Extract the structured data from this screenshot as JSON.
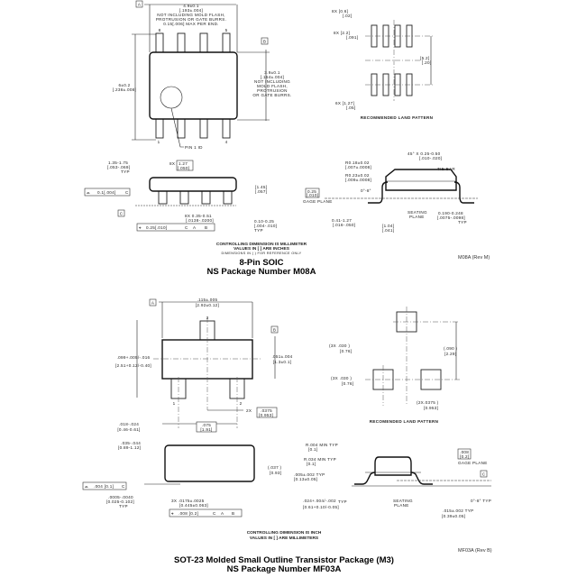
{
  "soic": {
    "datum_a": "A",
    "datum_b": "B",
    "datum_c": "C",
    "width_dim": [
      "4.9±0.1",
      "[.193±.004]",
      "NOT INCLUDING MOLD FLASH,",
      "PROTRUSION OR GATE BURRS.",
      "0.15[.006] MAX PER END."
    ],
    "pins": [
      "8",
      "5",
      "1",
      "4"
    ],
    "pin1_id": "PIN 1 ID",
    "height_dim": [
      "6±0.2",
      "[.236±.008]"
    ],
    "body_dim": [
      "3.9±0.1",
      "[.154±.004]",
      "NOT INCLUDING",
      "MOLD FLASH,",
      "PROTRUSION",
      "OR GATE BURRS."
    ],
    "land": {
      "pad_w": [
        "8X [0.6]",
        "[.02]"
      ],
      "pad_l": [
        "8X [2.2]",
        "[.091]"
      ],
      "span": [
        "[5.2]",
        "[.20]"
      ],
      "pitch": [
        "6X [1.27]",
        "[.05]"
      ],
      "caption": "RECOMMENDED LAND PATTERN"
    },
    "side": {
      "height": [
        "1.35-1.75",
        "[.053-.069]",
        "TYP"
      ],
      "pitch_prefix": "8X",
      "pitch": [
        "1.27",
        "[.050]"
      ],
      "body_h": [
        "[1.45]",
        "[.057]"
      ],
      "coplanarity": [
        "0.1[.004]",
        "C"
      ],
      "lead_w": [
        "8X 0.35-0.51",
        "[.0138-.0200]"
      ],
      "standoff": [
        "0.10-0.25",
        "[.004-.010]",
        "TYP"
      ],
      "position_tol": [
        "0.25[.010]",
        "C",
        "A",
        "B"
      ]
    },
    "end": {
      "r1": [
        "R0.18±0.02",
        "[.007±.0008]"
      ],
      "r2": [
        "R0.23±0.02",
        "[.009±.0008]"
      ],
      "chamfer": [
        "45° X 0.25-0.50",
        "[.010-.020]"
      ],
      "tie_bar": "TIE BAR",
      "gage": [
        "0.25",
        "[.010]",
        "GAGE PLANE"
      ],
      "angle": "0°-8°",
      "seating": [
        "SEATING",
        "PLANE"
      ],
      "foot": [
        "0.41-1.27",
        "[.016-.050]"
      ],
      "footprint": [
        "[1.04]",
        "[.041]"
      ],
      "thickness": [
        "0.190-0.248",
        "[.0075-.0098]",
        "TYP"
      ]
    },
    "notes": [
      "CONTROLLING DIMENSION IS MILLIMETER",
      "VALUES IN [ ] ARE INCHES",
      "DIMENSIONS IN ( ) FOR REFERENCE ONLY"
    ],
    "revision": "M08A (Rev M)",
    "title": "8-Pin SOIC",
    "subtitle": "NS Package Number M08A"
  },
  "sot": {
    "datum_a": "A",
    "datum_b": "B",
    "datum_c": "C",
    "length": [
      ".115±.005",
      "[2.92±0.12]"
    ],
    "pins": [
      "3",
      "1",
      "2"
    ],
    "height": [
      ".099+.005/-.016",
      "[2.51+0.12/-0.40]"
    ],
    "body_w": [
      ".051±.004",
      "[1.3±0.1]"
    ],
    "pitch_half_prefix": "2X",
    "pitch_half": [
      ".0375",
      "[0.953]"
    ],
    "lead_w": [
      ".018-.024",
      "[0.46-0.61]"
    ],
    "pitch": [
      ".075",
      "[1.91]"
    ],
    "land": {
      "pad_w": [
        "(3X .030 )",
        "[0.76]"
      ],
      "pad_h": [
        "(3X .030 )",
        "[0.76]"
      ],
      "span": [
        "(.090 )",
        "[2.29]"
      ],
      "half_pitch": [
        "(2X.0375 )",
        "[0.953]"
      ],
      "caption": "RECOMENDED LAND PATTERN"
    },
    "side": {
      "height": [
        ".035-.044",
        "[0.89-1.12]"
      ],
      "body_h": [
        "(.037 )",
        "[0.93]"
      ],
      "coplanarity": [
        ".004 [0.1]",
        "C"
      ],
      "standoff": [
        ".0005-.0040",
        "[0.025-0.102]",
        "TYP"
      ],
      "lead_w": [
        "3X .0175±.0025",
        "[0.445±0.063]"
      ],
      "position_tol": [
        ".008 [0.2]",
        "C",
        "A",
        "B"
      ]
    },
    "end": {
      "r1": [
        "R.004 MIN TYP",
        "[0.1]"
      ],
      "r2": [
        "R.034 MIN TYP",
        "[0.1]"
      ],
      "thickness": [
        ".005±.002 TYP",
        "[0.13±0.05]"
      ],
      "foot": [
        ".024+.004/-.002",
        "[0.61+0.10/-0.05]",
        "TYP"
      ],
      "seating": [
        "SEATING",
        "PLANE"
      ],
      "gage": [
        ".008",
        "[0.2]",
        "GAGE PLANE"
      ],
      "angle": "0°-8° TYP",
      "lead_t": [
        ".015±.002 TYP",
        "[0.39±0.05]"
      ]
    },
    "notes": [
      "CONTROLLING DIMENSION IS INCH",
      "VALUES IN [ ] ARE MILLIMETERS"
    ],
    "revision": "MF03A (Rev B)",
    "title": "SOT-23 Molded Small Outline Transistor Package (M3)",
    "subtitle": "NS Package Number MF03A"
  }
}
